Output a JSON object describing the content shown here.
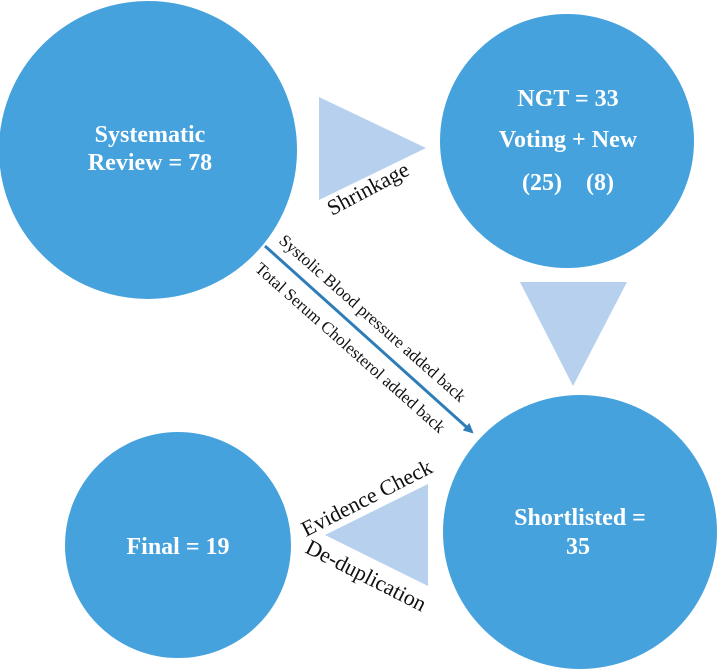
{
  "colors": {
    "node_fill": "#46A2DD",
    "node_stroke": "#ffffff",
    "triangle_fill": "#B7D0EE",
    "connector": "#2E7DB8"
  },
  "nodes": {
    "systematic_review": {
      "line1": "Systematic",
      "line2": "Review  = 78"
    },
    "ngt": {
      "line1": "NGT = 33",
      "line2": "Voting + New",
      "line3": "(25)    (8)"
    },
    "shortlisted": {
      "line1": "Shortlisted =",
      "line2": "35"
    },
    "final": {
      "line1": "Final = 19"
    }
  },
  "edges": {
    "shrinkage": "Shrinkage",
    "systolic": "Systolic Blood pressure added back",
    "cholesterol": "Total Serum Cholesterol added back",
    "evidence_check": "Evidence Check",
    "deduplication": "De-duplication"
  }
}
